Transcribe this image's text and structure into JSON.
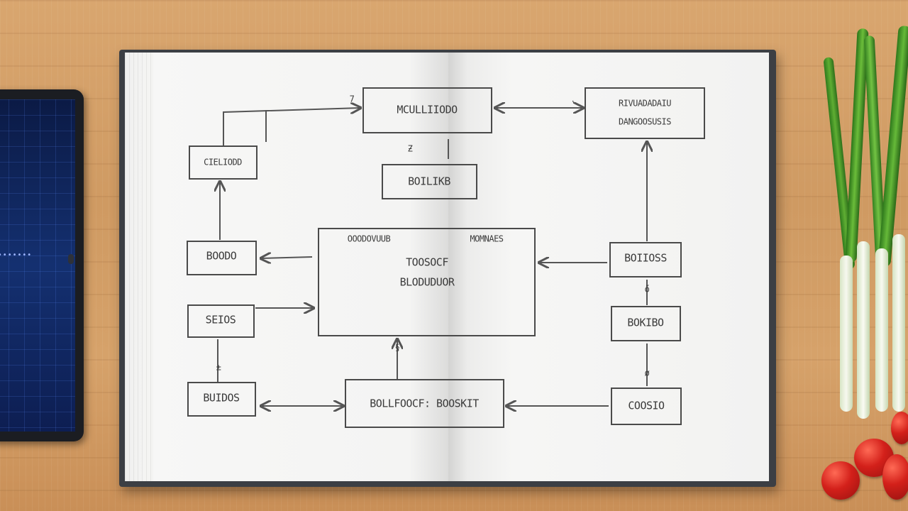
{
  "tablet": {
    "screen_text": "••••••••"
  },
  "diagram": {
    "top_center": "MCULLIIODO",
    "top_right": [
      "RIVUADADAIU",
      "DANGOOSUSIS"
    ],
    "top_left": "CIELIODD",
    "under_top_center": "BOILIKB",
    "center_labels": [
      "OOODOVUUB",
      "MOMNAES"
    ],
    "center_main": [
      "TOOSOCF",
      "BLODUDUOR"
    ],
    "left_mid": "BOODO",
    "right_mid": "BOIIOSS",
    "left_low": "SEIOS",
    "right_low": "BOKIBO",
    "left_bottom": "BUIDOS",
    "bottom_center": "BOLLFOOCF: BOOSKIT",
    "right_bottom": "COOSIO",
    "small_marks": [
      "7",
      "˛",
      "Ƶ",
      "ő",
      "§",
      "ø",
      "±"
    ]
  }
}
